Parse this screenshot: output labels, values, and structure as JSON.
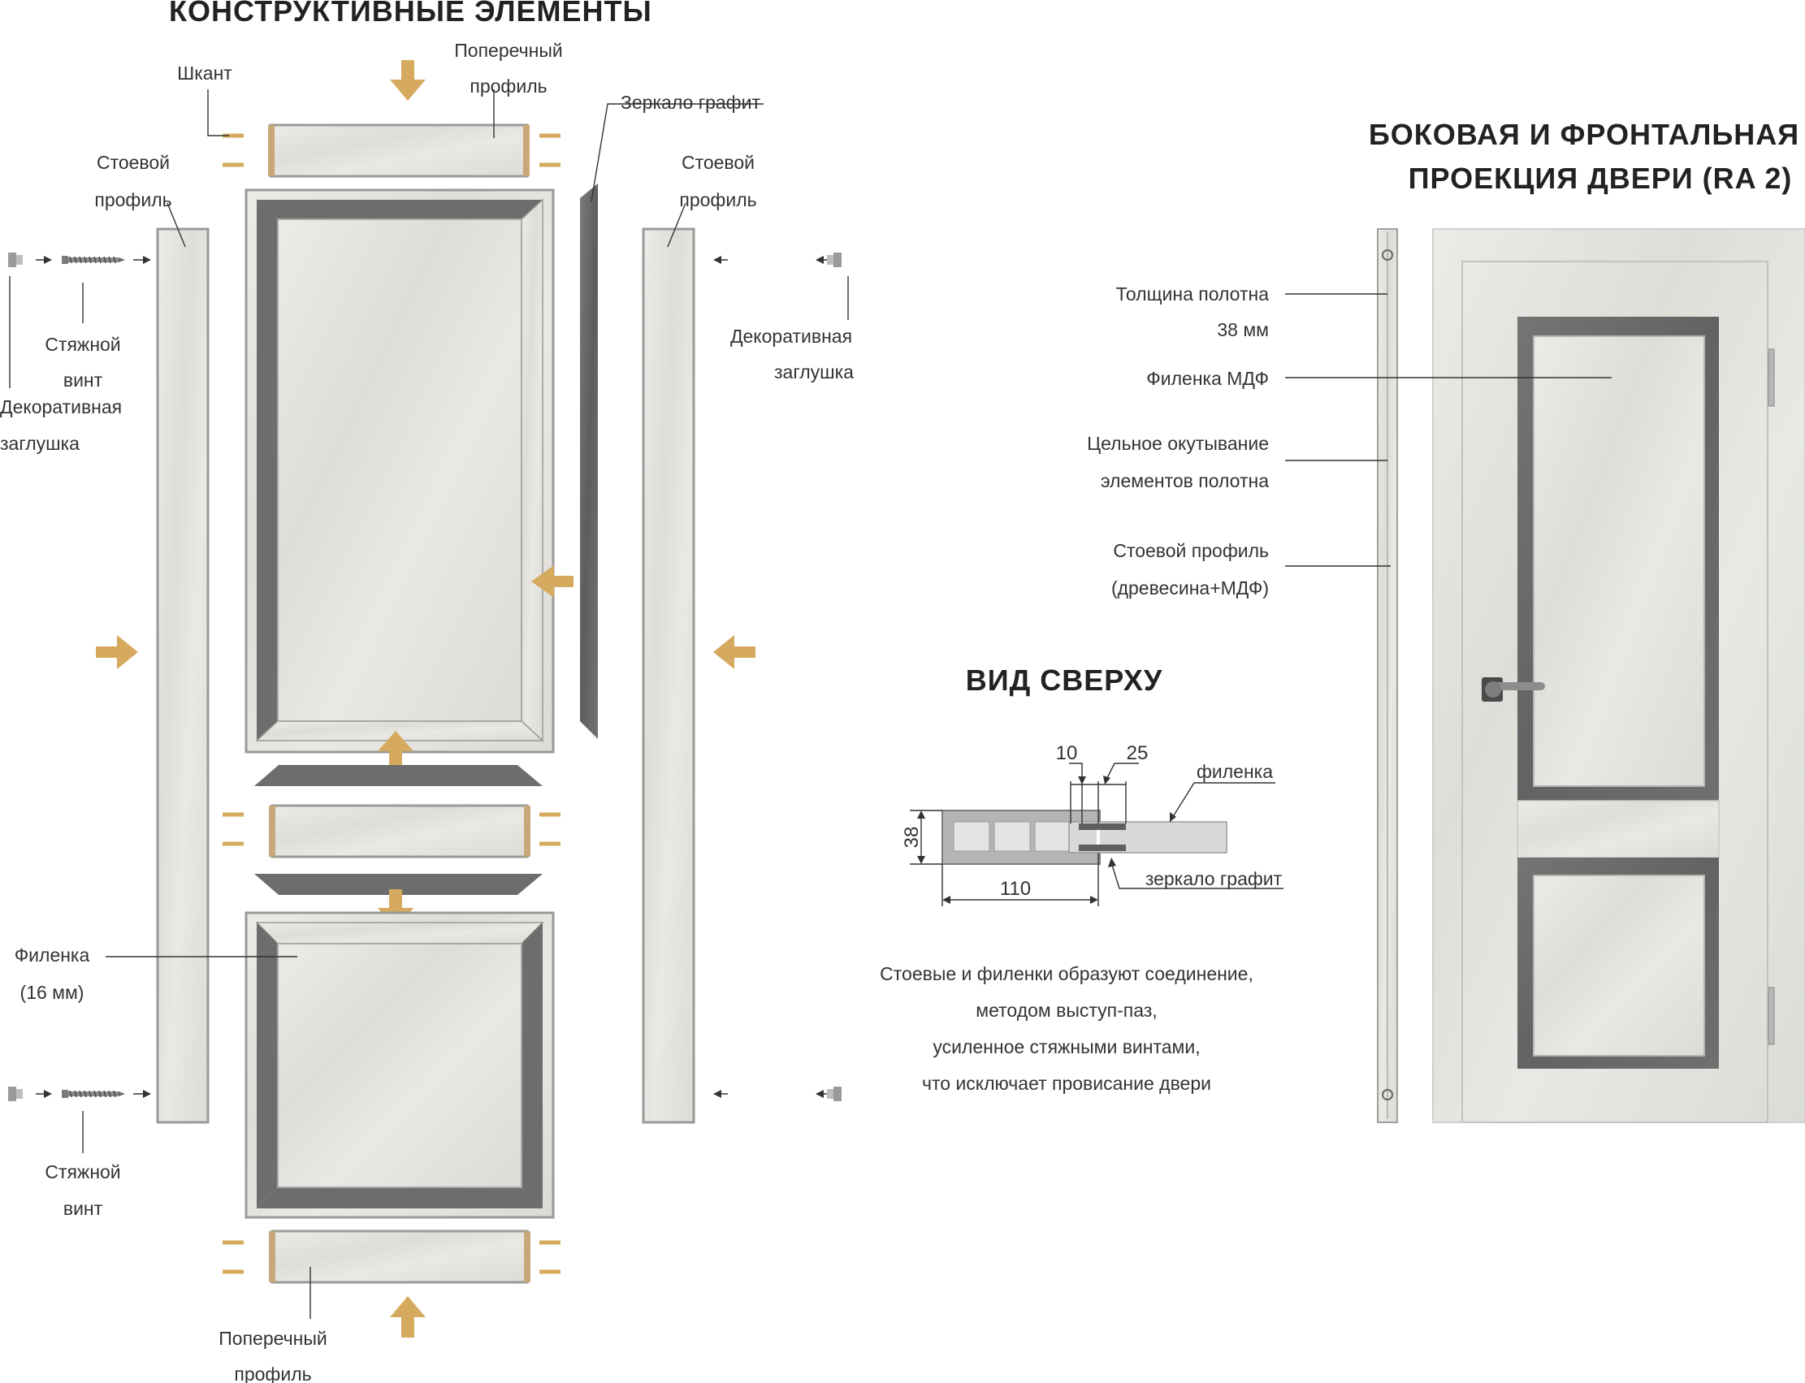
{
  "titles": {
    "construction": "КОНСТРУКТИВНЫЕ ЭЛЕМЕНТЫ",
    "projection_line1": "БОКОВАЯ И ФРОНТАЛЬНАЯ",
    "projection_line2": "ПРОЕКЦИЯ ДВЕРИ (RA 2)",
    "top_view": "ВИД СВЕРХУ"
  },
  "labels": {
    "cross_top_1": "Поперечный",
    "cross_top_2": "профиль",
    "dowel": "Шкант",
    "mirror": "Зеркало графит",
    "stile_left_1": "Стоевой",
    "stile_left_2": "профиль",
    "stile_right_1": "Стоевой",
    "stile_right_2": "профиль",
    "screw_left_1": "Стяжной",
    "screw_left_2": "винт",
    "cap_left_1": "Декоративная",
    "cap_left_2": "заглушка",
    "cap_right_1": "Декоративная",
    "cap_right_2": "заглушка",
    "panel_1": "Филенка",
    "panel_2": "(16 мм)",
    "screw_bottom_1": "Стяжной",
    "screw_bottom_2": "винт",
    "cross_bottom_1": "Поперечный",
    "cross_bottom_2": "профиль",
    "thickness_1": "Толщина полотна",
    "thickness_2": "38 мм",
    "mdf_panel": "Филенка МДФ",
    "wrap_1": "Цельное окутывание",
    "wrap_2": "элементов полотна",
    "stile_prof_1": "Стоевой профиль",
    "stile_prof_2": "(древесина+МДФ)"
  },
  "top_view": {
    "dim_10": "10",
    "dim_25": "25",
    "dim_38": "38",
    "dim_110": "110",
    "panel_label": "филенка",
    "mirror_label": "зеркало графит"
  },
  "description": [
    "Стоевые и филенки образуют соединение,",
    "методом выступ-паз,",
    "усиленное стяжными винтами,",
    "что исключает провисание двери"
  ],
  "colors": {
    "accent_arrow": "#d6aa5e",
    "mirror_graphite": "#6d6d6d",
    "concrete": "#e6e5e1"
  }
}
